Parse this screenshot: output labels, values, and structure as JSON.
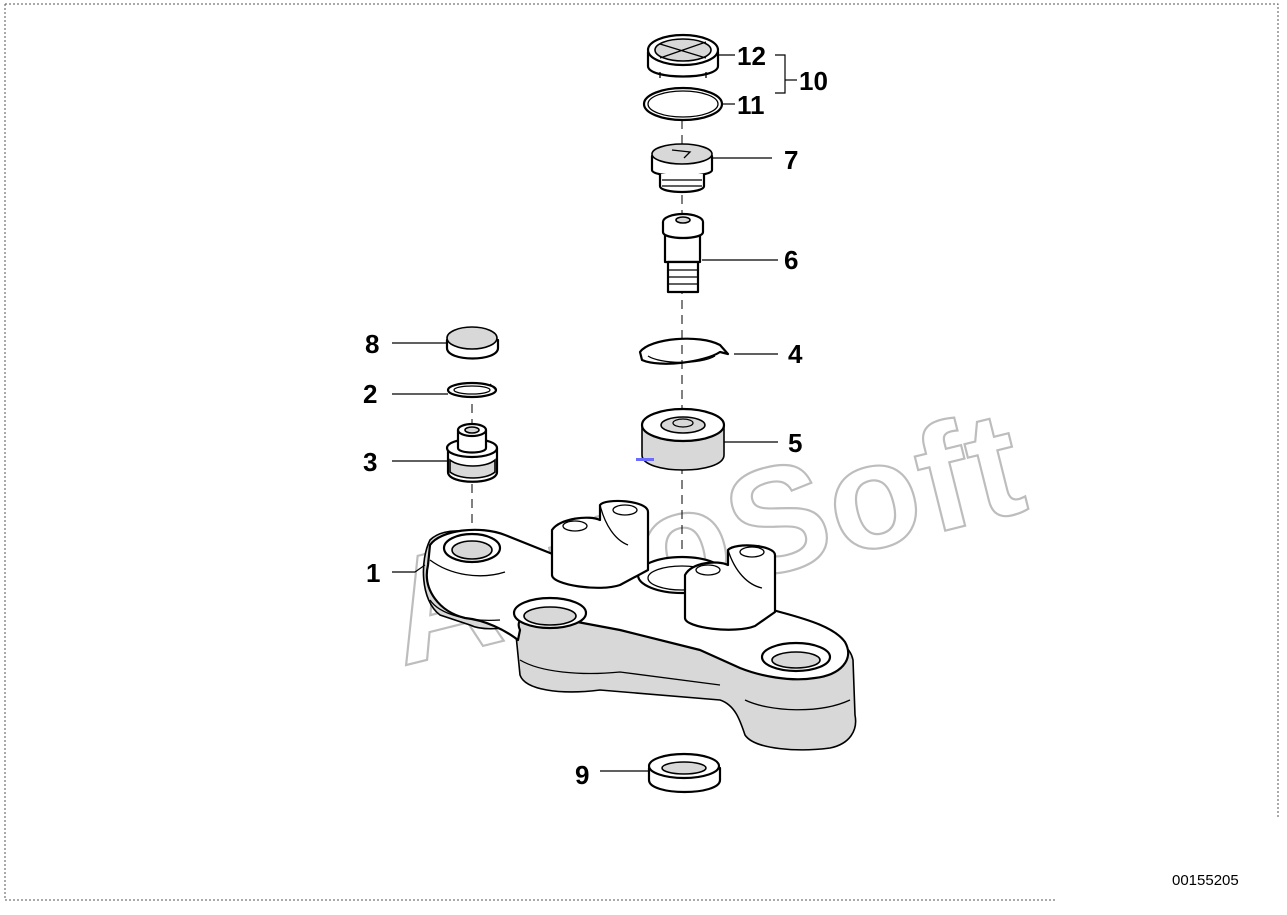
{
  "callouts": {
    "c1": "1",
    "c2": "2",
    "c3": "3",
    "c4": "4",
    "c5": "5",
    "c6": "6",
    "c7": "7",
    "c8": "8",
    "c9": "9",
    "c10": "10",
    "c11": "11",
    "c12": "12"
  },
  "document_number": "00155205",
  "watermark": "AutoSoft",
  "colors": {
    "line": "#000000",
    "fill_shade": "#d8d8d8",
    "watermark": "#bdbdbd",
    "marker": "#6b6bff"
  }
}
